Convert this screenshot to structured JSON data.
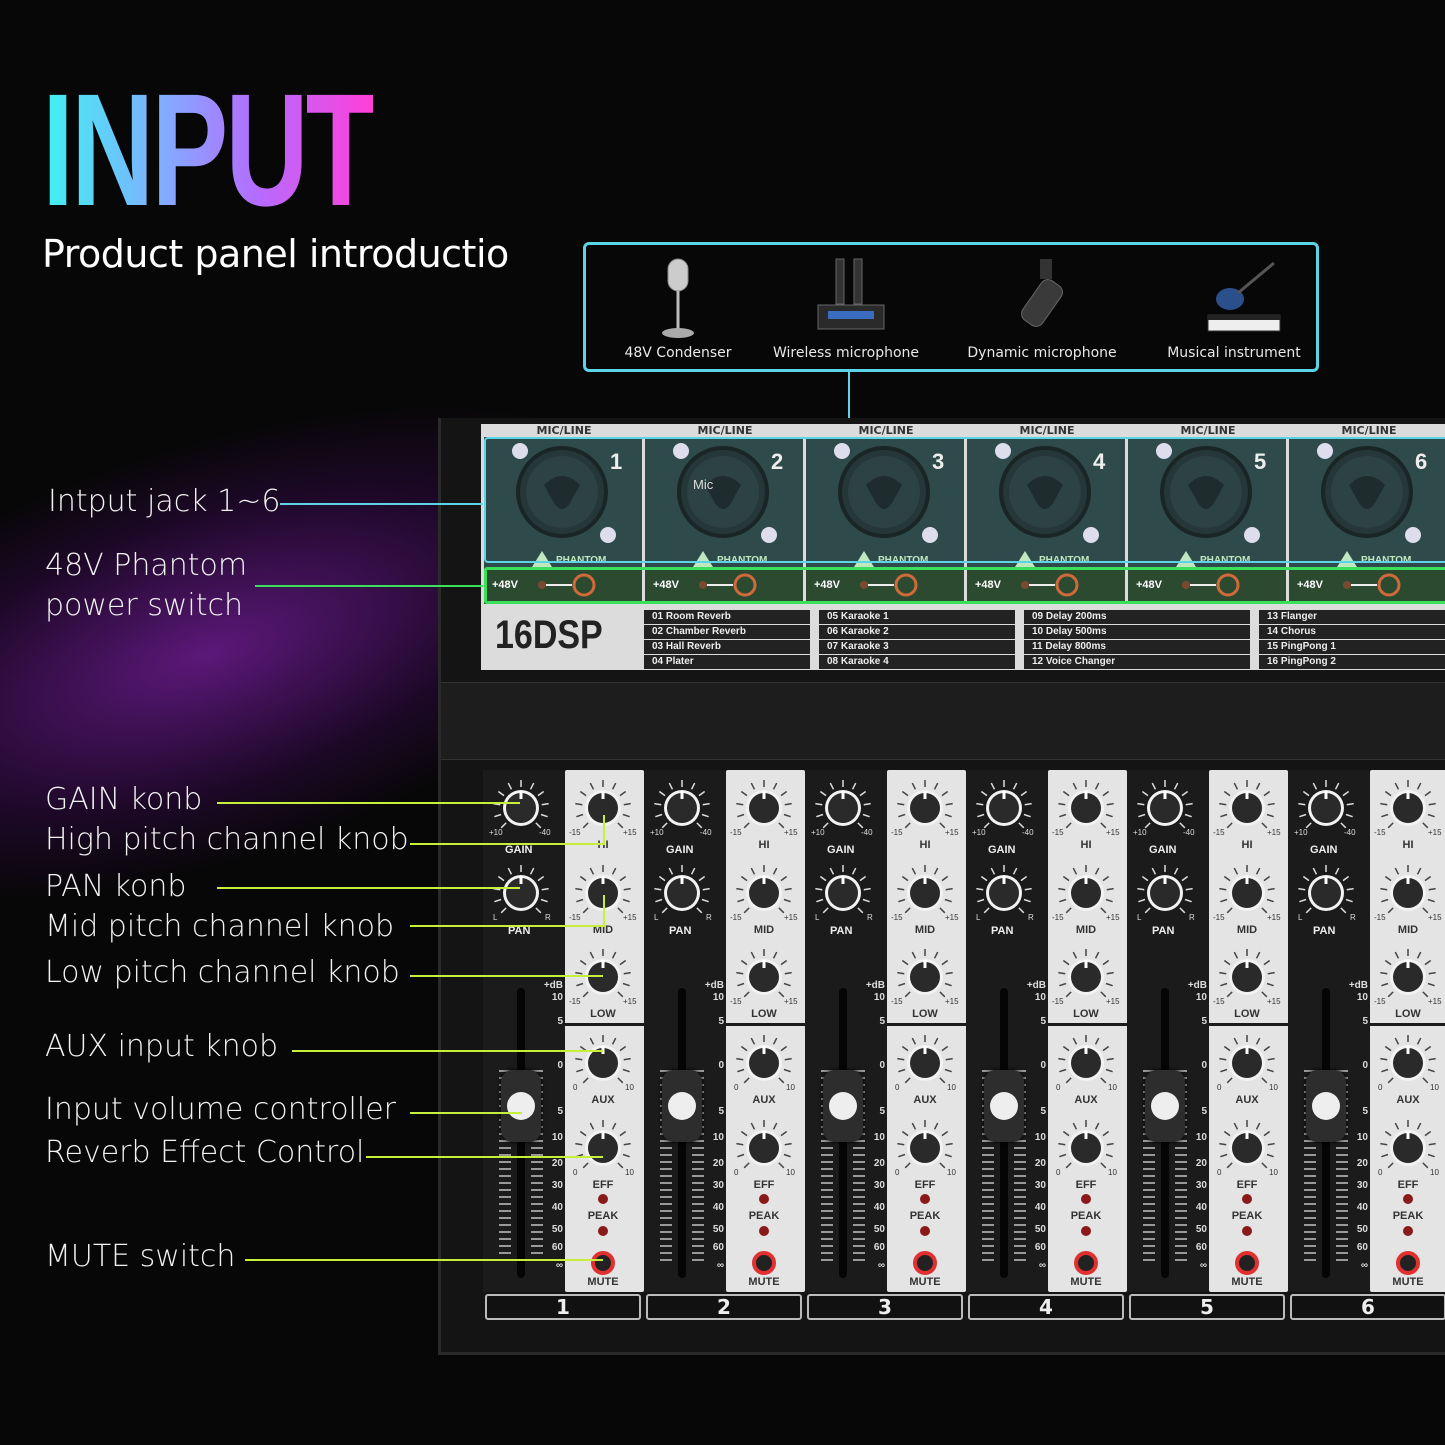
{
  "header": {
    "title": "INPUT",
    "subtitle": "Product panel introductio"
  },
  "colors": {
    "accent_cyan": "#5ad4e6",
    "accent_green": "#3be05a",
    "callout_line": "#c6ee3a",
    "jack_panel": "#2f4a4b"
  },
  "sources": [
    {
      "label": "48V Condenser",
      "icon": "condenser-mic-icon"
    },
    {
      "label": "Wireless microphone",
      "icon": "wireless-mic-icon"
    },
    {
      "label": "Dynamic microphone",
      "icon": "dynamic-mic-icon"
    },
    {
      "label": "Musical instrument",
      "icon": "guitar-keyboard-icon"
    }
  ],
  "callouts": [
    {
      "text": "Intput jack 1~6"
    },
    {
      "text": "48V Phantom power switch"
    },
    {
      "text": "GAIN konb"
    },
    {
      "text": "High pitch channel knob"
    },
    {
      "text": "PAN konb"
    },
    {
      "text": "Mid pitch channel knob"
    },
    {
      "text": "Low pitch channel knob"
    },
    {
      "text": "AUX input knob"
    },
    {
      "text": "Input volume controller"
    },
    {
      "text": "Reverb Effect Control"
    },
    {
      "text": "MUTE switch"
    }
  ],
  "jacks": {
    "header": "MIC/LINE",
    "jack_label": "Mic",
    "phantom": "PHANTOM",
    "phantom_switch": "+48V",
    "numbers": [
      "1",
      "2",
      "3",
      "4",
      "5",
      "6"
    ]
  },
  "dsp": {
    "logo": "16DSP",
    "effects": [
      [
        "01 Room Reverb",
        "02 Chamber Reverb",
        "03 Hall Reverb",
        "04 Plater"
      ],
      [
        "05 Karaoke 1",
        "06 Karaoke 2",
        "07 Karaoke 3",
        "08 Karaoke 4"
      ],
      [
        "09 Delay 200ms",
        "10 Delay 500ms",
        "11 Delay 800ms",
        "12 Voice Changer"
      ],
      [
        "13 Flanger",
        "14 Chorus",
        "15 PingPong 1",
        "16 PingPong 2"
      ]
    ]
  },
  "channel": {
    "gain": {
      "label": "GAIN",
      "min": "+10",
      "max": "-40"
    },
    "pan": {
      "label": "PAN",
      "min": "L",
      "max": "R"
    },
    "hi": {
      "label": "HI",
      "min": "-15",
      "max": "+15"
    },
    "mid": {
      "label": "MID",
      "min": "-15",
      "max": "+15"
    },
    "low": {
      "label": "LOW",
      "min": "-15",
      "max": "+15"
    },
    "aux": {
      "label": "AUX",
      "min": "0",
      "max": "10"
    },
    "eff": {
      "label": "EFF",
      "min": "0",
      "max": "10"
    },
    "peak": "PEAK",
    "mute": "MUTE",
    "fader_scale": [
      "+dB",
      "10",
      "5",
      "0",
      "5",
      "10",
      "20",
      "30",
      "40",
      "50",
      "60",
      "∞"
    ]
  },
  "channels": [
    "1",
    "2",
    "3",
    "4",
    "5",
    "6"
  ]
}
